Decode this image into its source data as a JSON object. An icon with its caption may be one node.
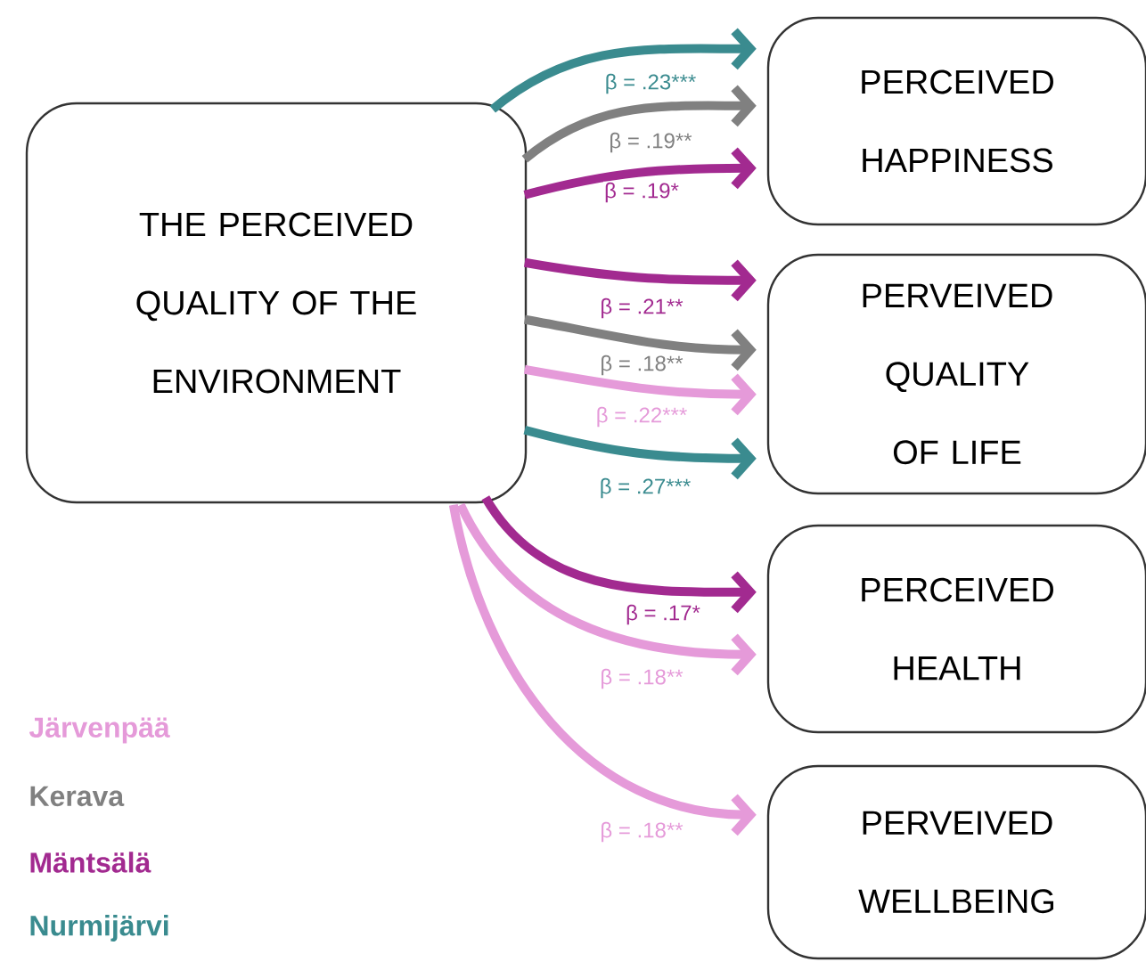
{
  "diagram": {
    "nodes": [
      {
        "text": [
          "THE PERCEIVED QUALITY OF THE ENVIRONMENT"
        ]
      },
      {
        "text": [
          "PERCEIVED HAPPINESS"
        ]
      },
      {
        "text": [
          "PERVEIVED QUALITY OF LIFE"
        ]
      },
      {
        "text": [
          "PERCEIVED HEALTH"
        ]
      },
      {
        "text": [
          "PERVEIVED WELLBEING"
        ]
      }
    ],
    "edges": [
      {
        "from": 0,
        "to": 1,
        "arrow": "to",
        "label": "β = .23***",
        "color": "#3a8b8f"
      },
      {
        "from": 0,
        "to": 1,
        "arrow": "to",
        "label": "β = .19**",
        "color": "#808080"
      },
      {
        "from": 0,
        "to": 1,
        "arrow": "to",
        "label": "β = .19*",
        "color": "#a22a90"
      },
      {
        "from": 0,
        "to": 2,
        "arrow": "to",
        "label": "β = .21**",
        "color": "#a22a90"
      },
      {
        "from": 0,
        "to": 2,
        "arrow": "to",
        "label": "β = .18**",
        "color": "#808080"
      },
      {
        "from": 0,
        "to": 2,
        "arrow": "to",
        "label": "β = .22***",
        "color": "#e59ad9"
      },
      {
        "from": 0,
        "to": 2,
        "arrow": "to",
        "label": "β = .27***",
        "color": "#3a8b8f"
      },
      {
        "from": 0,
        "to": 3,
        "arrow": "to",
        "label": "β = .17*",
        "color": "#a22a90"
      },
      {
        "from": 0,
        "to": 3,
        "arrow": "to",
        "label": "β = .18**",
        "color": "#e59ad9"
      },
      {
        "from": 0,
        "to": 4,
        "arrow": "to",
        "label": "β = .18**",
        "color": "#e59ad9"
      }
    ],
    "legend": [
      {
        "text": "Järvenpää",
        "color": "#e59ad9"
      },
      {
        "text": "Kerava",
        "color": "#808080"
      },
      {
        "text": "Mäntsälä",
        "color": "#a22a90"
      },
      {
        "text": "Nurmijärvi",
        "color": "#3a8b8f"
      }
    ]
  }
}
